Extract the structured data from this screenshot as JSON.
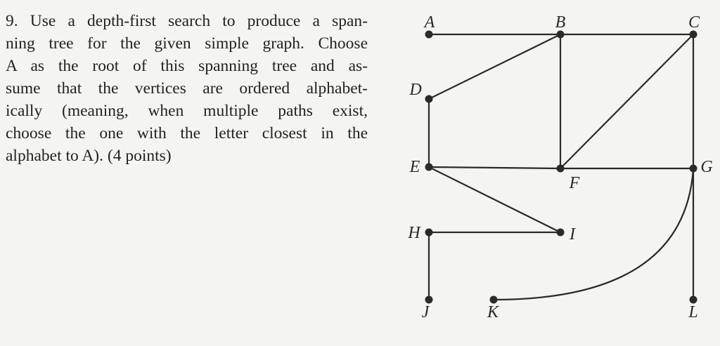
{
  "question": {
    "lines": [
      "9. Use a depth-first search to produce a span-",
      "ning tree for the given simple graph. Choose",
      "A as the root of this spanning tree and as-",
      "sume that the vertices are ordered alphabet-",
      "ically (meaning, when multiple paths exist,",
      "choose the one with the letter closest in the",
      "alphabet to A). (4 points)"
    ]
  },
  "graph": {
    "vertices": [
      "A",
      "B",
      "C",
      "D",
      "E",
      "F",
      "G",
      "H",
      "I",
      "J",
      "K",
      "L"
    ],
    "edges": [
      [
        "A",
        "B"
      ],
      [
        "B",
        "C"
      ],
      [
        "B",
        "D"
      ],
      [
        "B",
        "F"
      ],
      [
        "C",
        "F"
      ],
      [
        "C",
        "G"
      ],
      [
        "D",
        "E"
      ],
      [
        "E",
        "F"
      ],
      [
        "F",
        "G"
      ],
      [
        "E",
        "I"
      ],
      [
        "H",
        "I"
      ],
      [
        "H",
        "J"
      ],
      [
        "G",
        "K"
      ],
      [
        "G",
        "L"
      ]
    ]
  }
}
